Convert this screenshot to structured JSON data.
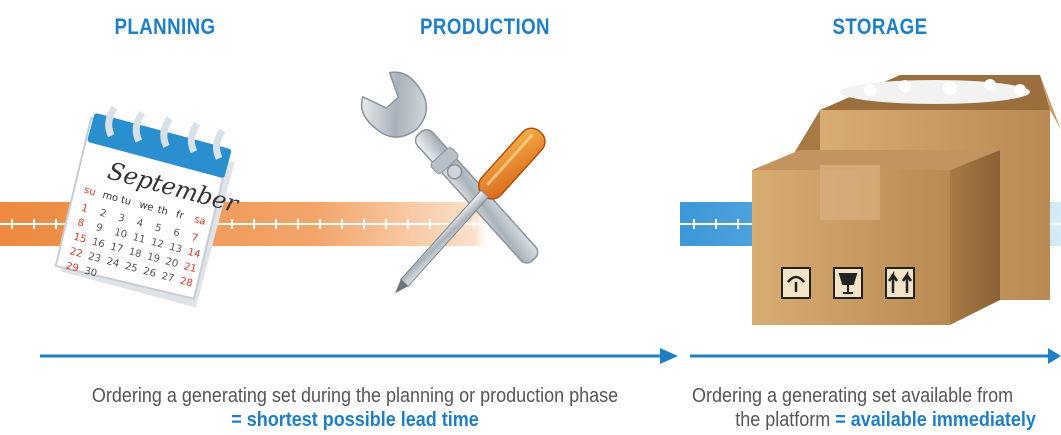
{
  "phases": {
    "planning": "PLANNING",
    "production": "PRODUCTION",
    "storage": "STORAGE"
  },
  "calendar": {
    "month": "September",
    "weekdays": [
      "su",
      "mo",
      "tu",
      "we",
      "th",
      "fr",
      "sa"
    ]
  },
  "captions": {
    "left_text": "Ordering a generating set during the planning or production phase",
    "left_highlight": "= shortest possible lead time",
    "right_text_line1": "Ordering a generating set available from",
    "right_text_line2": "the platform ",
    "right_highlight": "= available immediately"
  },
  "colors": {
    "accent": "#1f7fc4",
    "orange_band": "#f0a060",
    "blue_band": "#5aaee0",
    "caption_text": "#555555",
    "cardboard": "#c99c62"
  }
}
